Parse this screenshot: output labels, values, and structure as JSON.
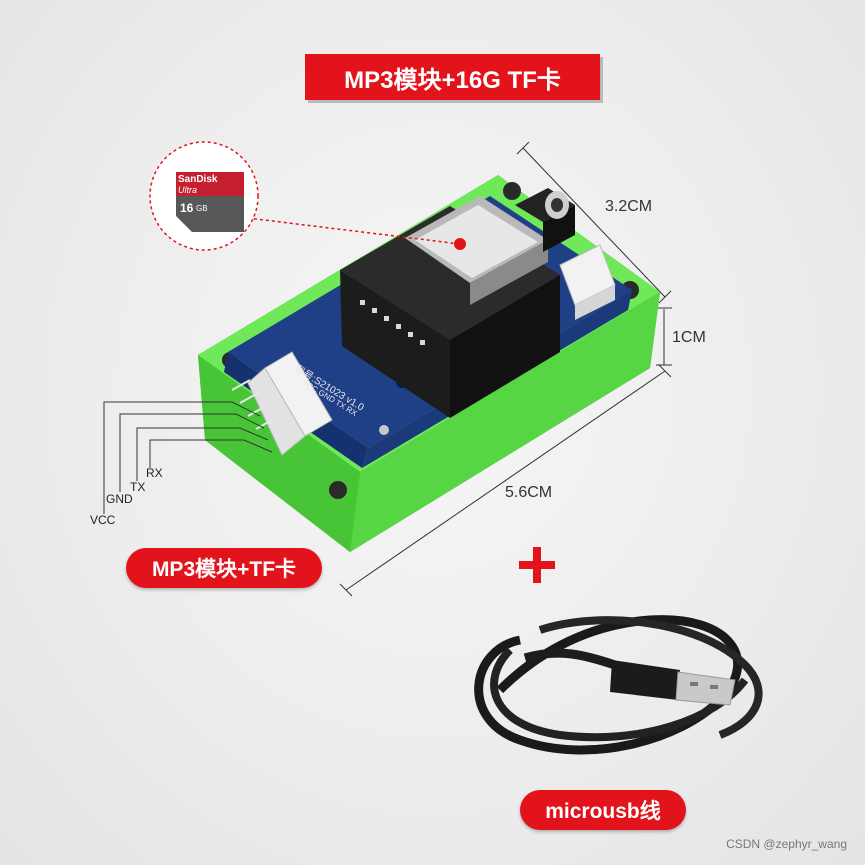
{
  "banners": {
    "top": "MP3模块+16G TF卡",
    "module": "MP3模块+TF卡",
    "cable": "microusb线"
  },
  "dimensions": {
    "width": "3.2CM",
    "height": "1CM",
    "length": "5.6CM"
  },
  "pins": {
    "rx": "RX",
    "tx": "TX",
    "gnd": "GND",
    "vcc": "VCC"
  },
  "sd_card": {
    "brand": "SanDisk",
    "line": "Ultra",
    "capacity": "16",
    "capacity_unit": "GB"
  },
  "board": {
    "model": "型号:S21023 v1.0",
    "pin_labels": "VCC GND TX RX"
  },
  "watermark": "CSDN @zephyr_wang",
  "colors": {
    "banner_red": "#e3131b",
    "case_green": "#5fe04a",
    "pcb_blue": "#1f3f87"
  }
}
